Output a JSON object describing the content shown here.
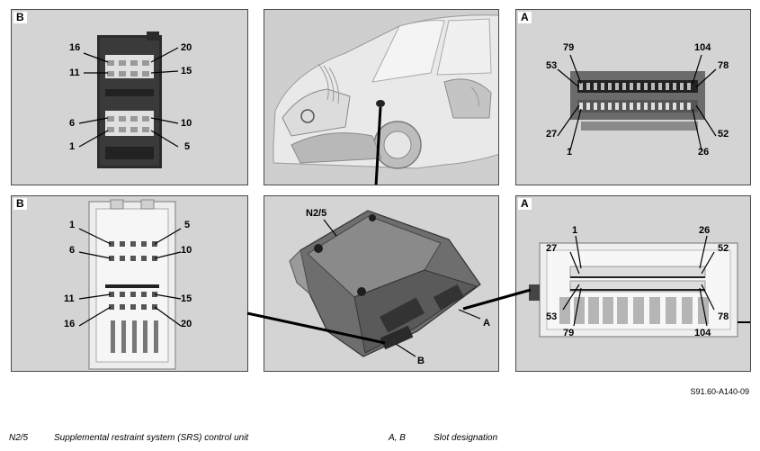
{
  "panels": {
    "b_top": {
      "slot": "B",
      "pins": {
        "p16": "16",
        "p20": "20",
        "p11": "11",
        "p15": "15",
        "p6": "6",
        "p10": "10",
        "p1": "1",
        "p5": "5"
      }
    },
    "vehicle": {},
    "a_top": {
      "slot": "A",
      "pins": {
        "p79": "79",
        "p104": "104",
        "p53": "53",
        "p78": "78",
        "p27": "27",
        "p52": "52",
        "p1": "1",
        "p26": "26"
      }
    },
    "b_bottom": {
      "slot": "B",
      "pins": {
        "p1": "1",
        "p5": "5",
        "p6": "6",
        "p10": "10",
        "p11": "11",
        "p15": "15",
        "p16": "16",
        "p20": "20"
      }
    },
    "unit": {
      "component": "N2/5",
      "plug_a": "A",
      "plug_b": "B"
    },
    "a_bottom": {
      "slot": "A",
      "pins": {
        "p1": "1",
        "p26": "26",
        "p27": "27",
        "p52": "52",
        "p53": "53",
        "p78": "78",
        "p79": "79",
        "p104": "104"
      }
    }
  },
  "figure_ref": "S91.60-A140-09",
  "legend": [
    {
      "code": "N2/5",
      "text": "Supplemental restraint system (SRS) control unit"
    },
    {
      "code": "A, B",
      "text": "Slot designation"
    }
  ]
}
